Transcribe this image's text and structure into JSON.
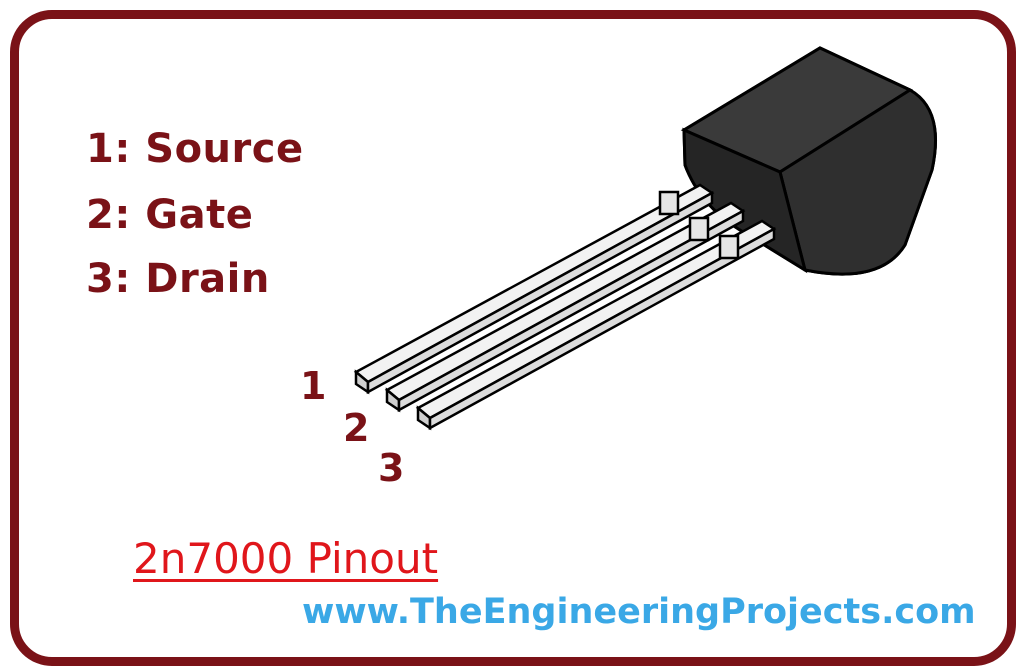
{
  "legend": [
    {
      "label": "1: Source"
    },
    {
      "label": "2: Gate"
    },
    {
      "label": "3: Drain"
    }
  ],
  "pins": [
    "1",
    "2",
    "3"
  ],
  "title": "2n7000 Pinout",
  "website": "www.TheEngineeringProjects.com",
  "colors": {
    "frame": "#7a1217",
    "legend_text": "#7a1217",
    "title_text": "#e0161b",
    "website_text": "#3aa8e6",
    "package_body": "#2b2b2b",
    "leads": "#e8e8e8"
  }
}
